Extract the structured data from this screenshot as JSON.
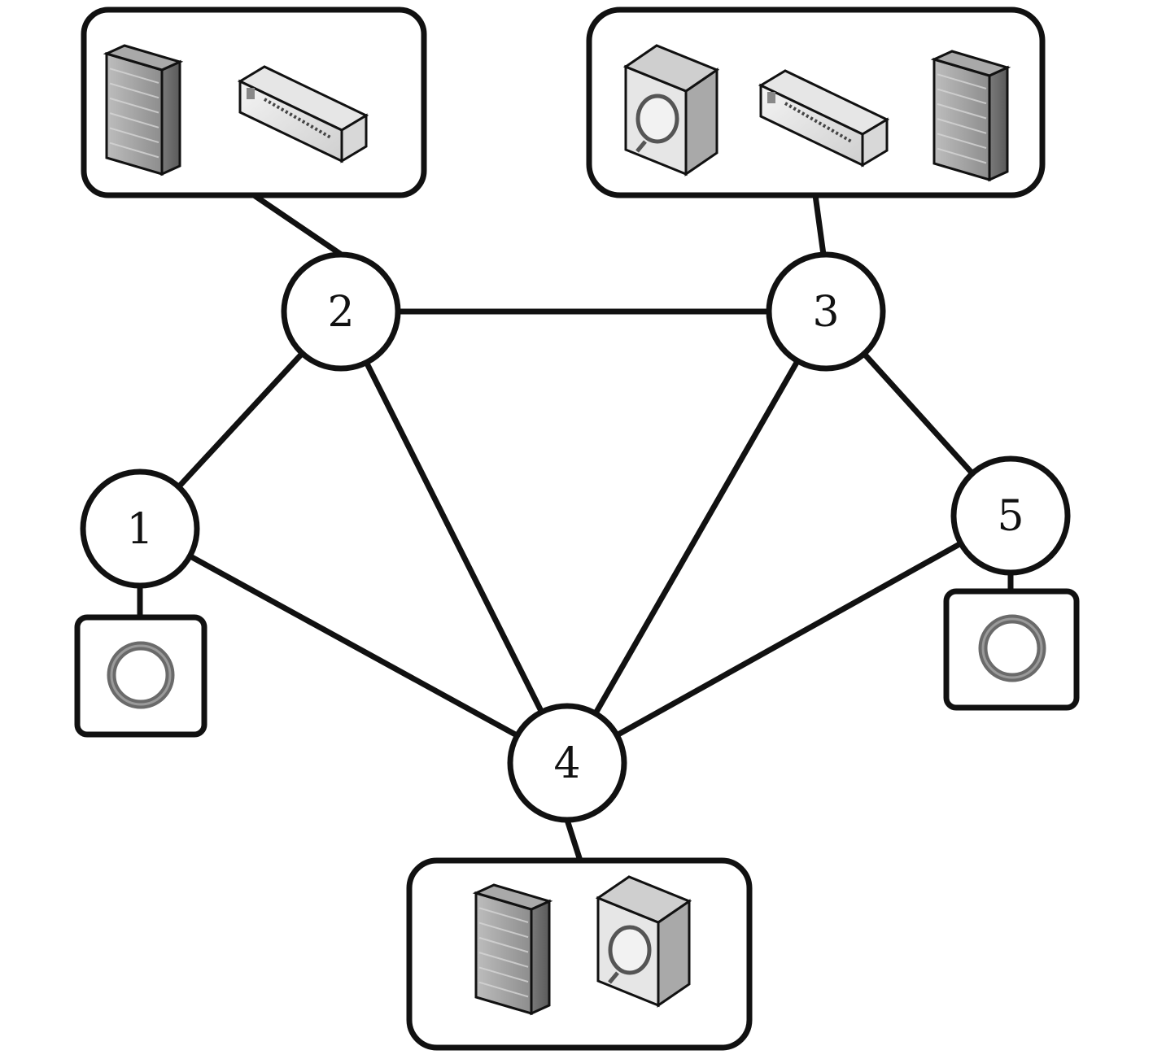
{
  "colors": {
    "stroke": "#111111",
    "node_fill": "#ffffff",
    "box_fill": "#ffffff",
    "device_dark": "#6e6e6e",
    "device_mid": "#a9a9a9",
    "device_light": "#e6e6e6",
    "ring": "#6a6a6a"
  },
  "nodes": [
    {
      "id": "1",
      "label": "1"
    },
    {
      "id": "2",
      "label": "2"
    },
    {
      "id": "3",
      "label": "3"
    },
    {
      "id": "4",
      "label": "4"
    },
    {
      "id": "5",
      "label": "5"
    }
  ],
  "edges": [
    [
      "1",
      "2"
    ],
    [
      "1",
      "4"
    ],
    [
      "2",
      "3"
    ],
    [
      "2",
      "4"
    ],
    [
      "3",
      "4"
    ],
    [
      "3",
      "5"
    ],
    [
      "4",
      "5"
    ]
  ],
  "device_groups": [
    {
      "node": "2",
      "devices": [
        "firewall-icon",
        "switch-icon"
      ]
    },
    {
      "node": "3",
      "devices": [
        "monitor-icon",
        "switch-icon",
        "firewall-icon"
      ]
    },
    {
      "node": "1",
      "devices": [
        "ring-icon"
      ]
    },
    {
      "node": "5",
      "devices": [
        "ring-icon"
      ]
    },
    {
      "node": "4",
      "devices": [
        "firewall-icon",
        "monitor-icon"
      ]
    }
  ]
}
